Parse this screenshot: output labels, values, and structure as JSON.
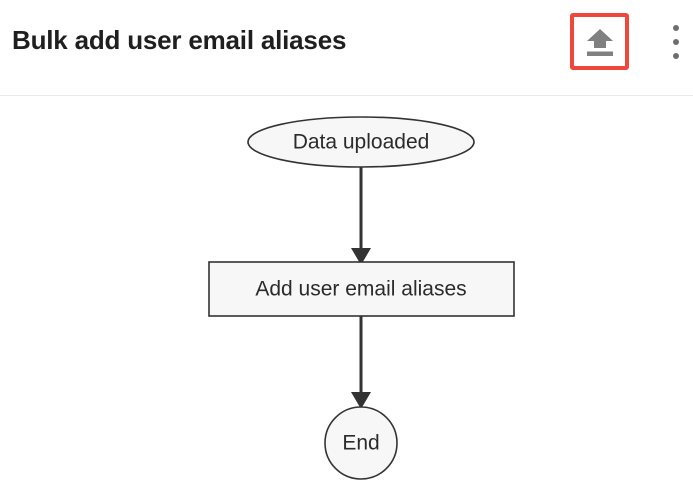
{
  "header": {
    "title": "Bulk add user email aliases",
    "upload_button": {
      "icon": "upload-icon",
      "label": "Upload",
      "highlight_color": "#f0463c"
    },
    "overflow_menu": {
      "icon": "more-vert-icon",
      "label": "More options",
      "dot_color": "#6e6e6e"
    },
    "divider_color": "#e8eaed"
  },
  "flowchart": {
    "type": "flowchart",
    "orientation": "top-to-bottom",
    "node_fill": "#f7f7f7",
    "node_stroke": "#333333",
    "edge_color": "#333333",
    "nodes": [
      {
        "id": "start",
        "label": "Data uploaded",
        "shape": "ellipse"
      },
      {
        "id": "action",
        "label": "Add user email aliases",
        "shape": "rectangle"
      },
      {
        "id": "end",
        "label": "End",
        "shape": "circle"
      }
    ],
    "edges": [
      {
        "from": "start",
        "to": "action",
        "label": ""
      },
      {
        "from": "action",
        "to": "end",
        "label": ""
      }
    ]
  }
}
